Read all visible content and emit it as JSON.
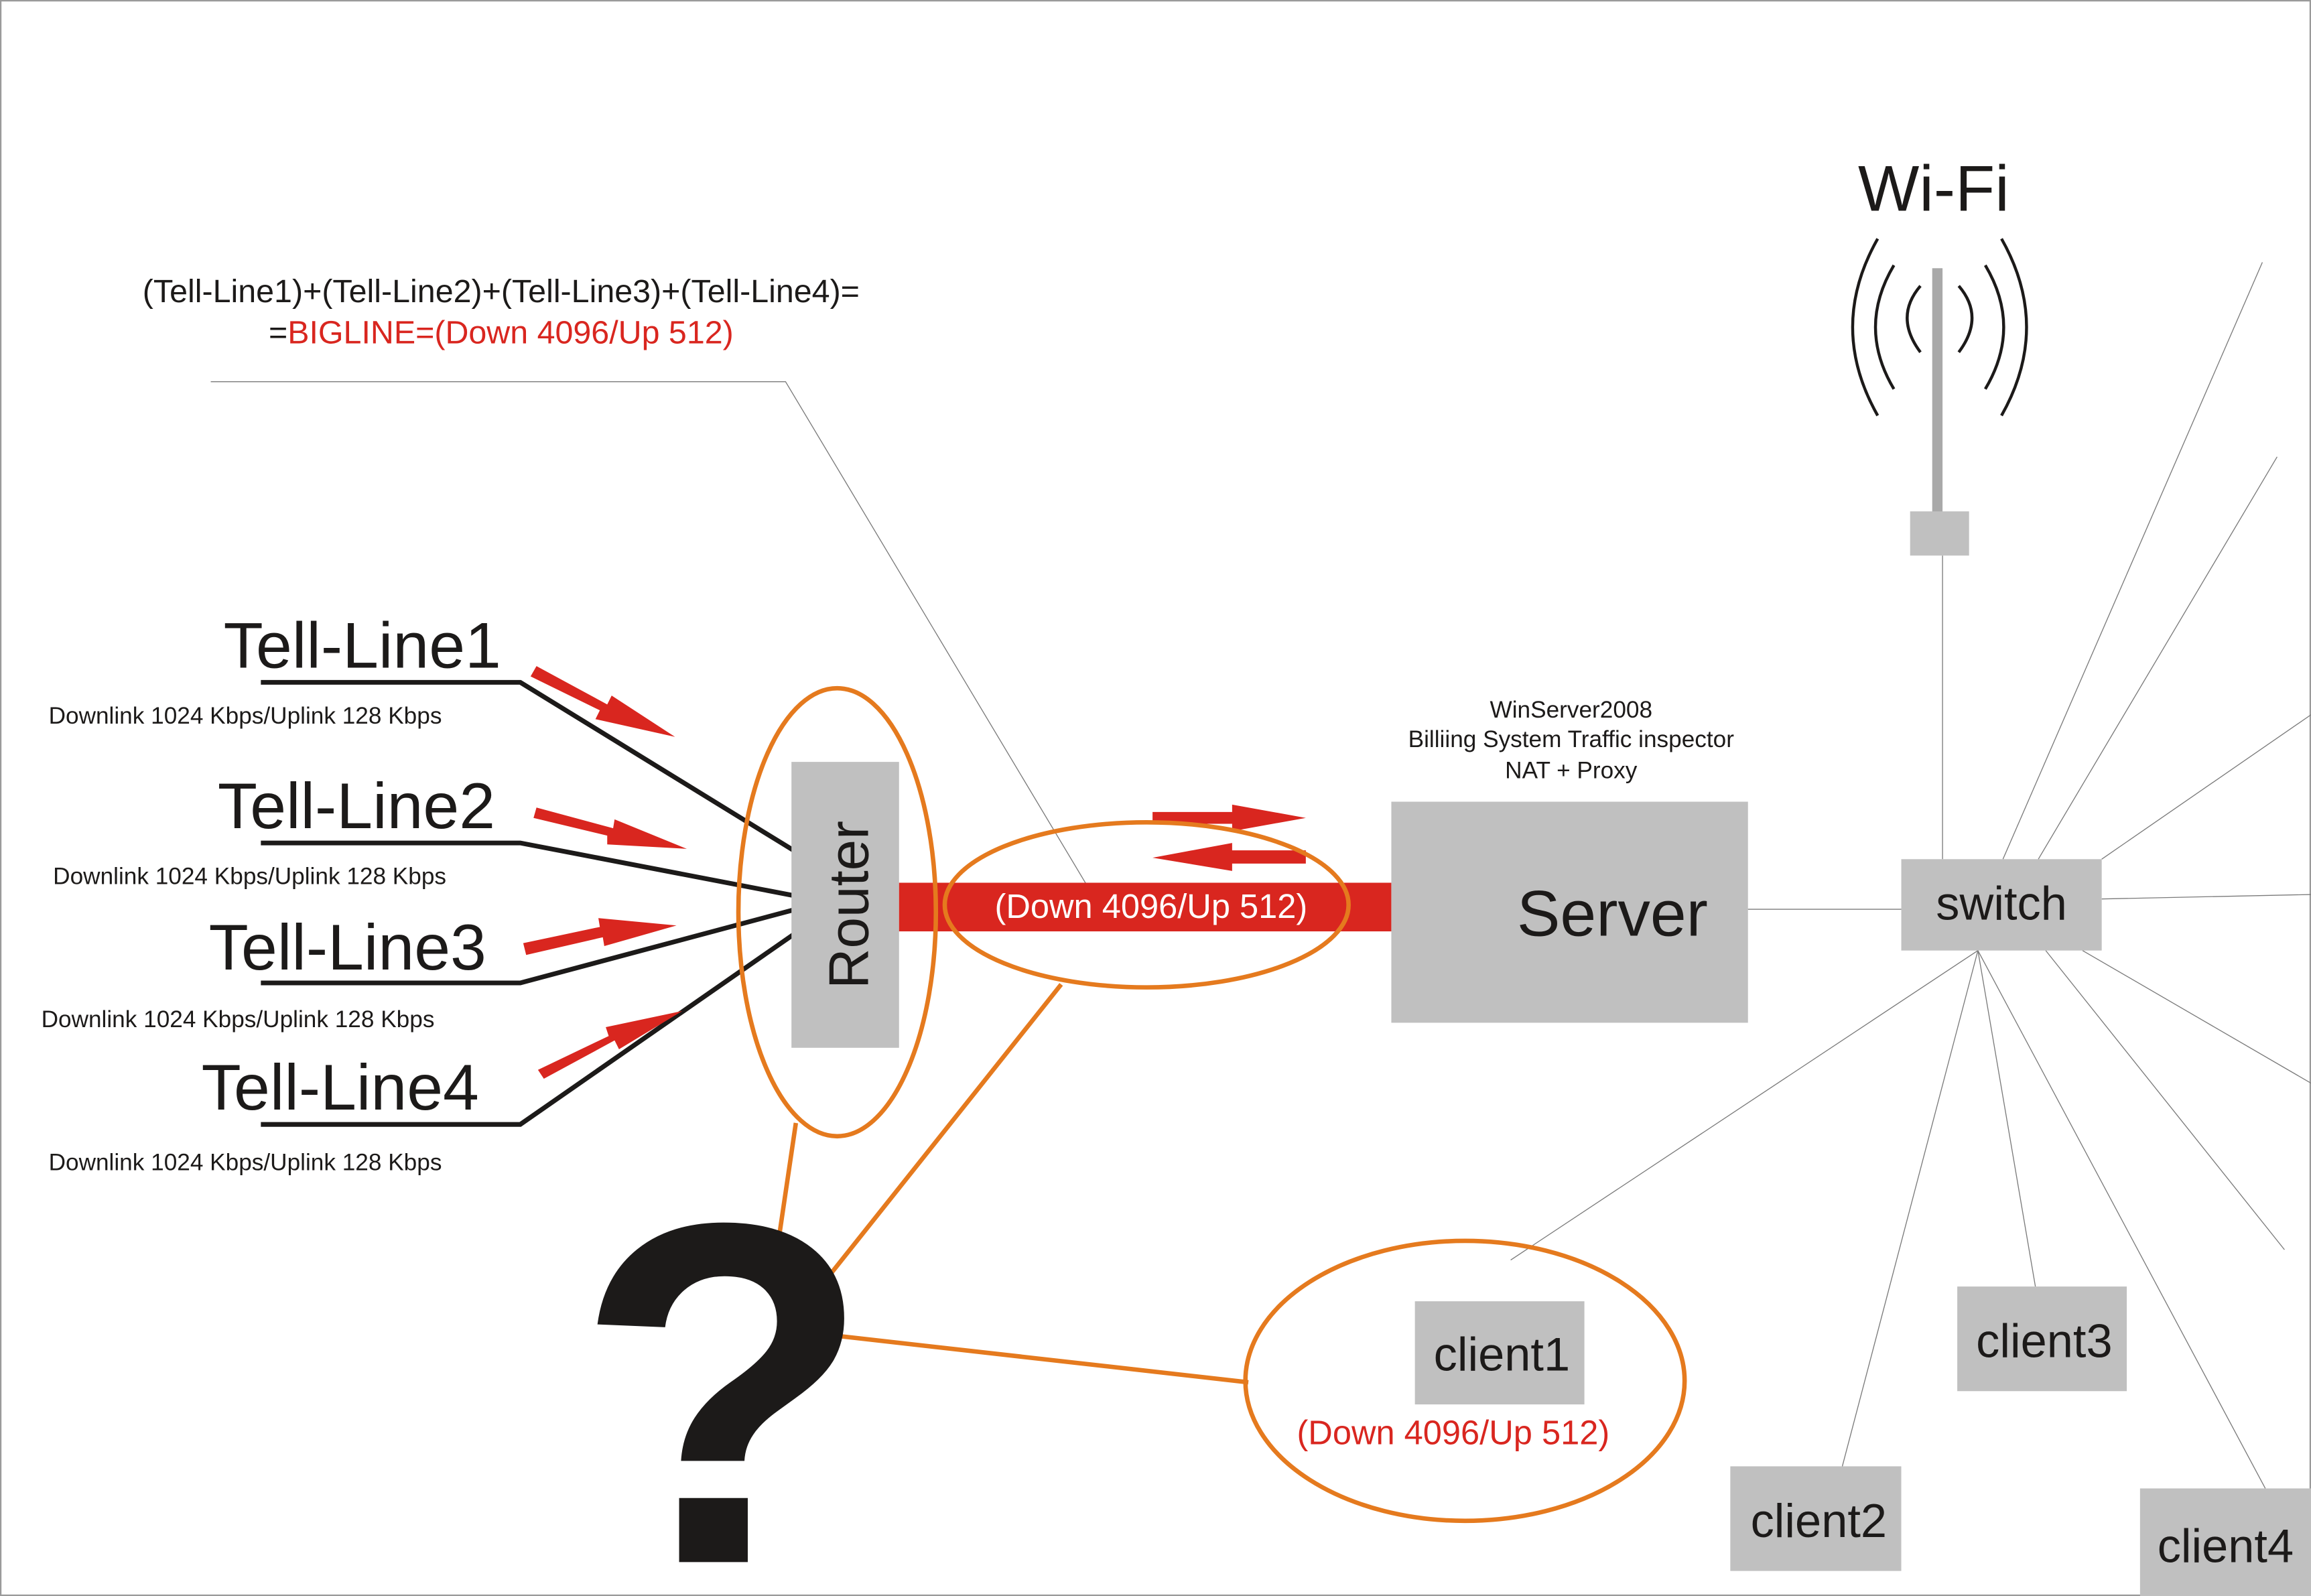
{
  "formula": {
    "line1": "(Tell-Line1)+(Tell-Line2)+(Tell-Line3)+(Tell-Line4)=",
    "line2_prefix": "=",
    "line2_red": "BIGLINE=(Down 4096/Up 512)"
  },
  "tell_lines": [
    {
      "name": "Tell-Line1",
      "speed": "Downlink 1024 Kbps/Uplink 128 Kbps"
    },
    {
      "name": "Tell-Line2",
      "speed": "Downlink 1024 Kbps/Uplink 128 Kbps"
    },
    {
      "name": "Tell-Line3",
      "speed": "Downlink 1024 Kbps/Uplink 128 Kbps"
    },
    {
      "name": "Tell-Line4",
      "speed": "Downlink 1024 Kbps/Uplink 128 Kbps"
    }
  ],
  "router": {
    "label": "Router"
  },
  "bigline": {
    "label": "(Down 4096/Up 512)"
  },
  "server": {
    "label": "Server",
    "description": [
      "WinServer2008",
      "Billiing System Traffic inspector",
      "NAT + Proxy"
    ]
  },
  "switch": {
    "label": "switch"
  },
  "wifi": {
    "label": "Wi-Fi"
  },
  "clients": [
    {
      "label": "client1",
      "note": "(Down 4096/Up 512)"
    },
    {
      "label": "client2"
    },
    {
      "label": "client3"
    },
    {
      "label": "client4"
    }
  ],
  "question": {
    "symbol": "?"
  },
  "colors": {
    "accent_red": "#d9261f",
    "highlight_orange": "#e57a1e",
    "device_gray": "#c0c0c0",
    "antenna_gray": "#a9a9a9"
  }
}
